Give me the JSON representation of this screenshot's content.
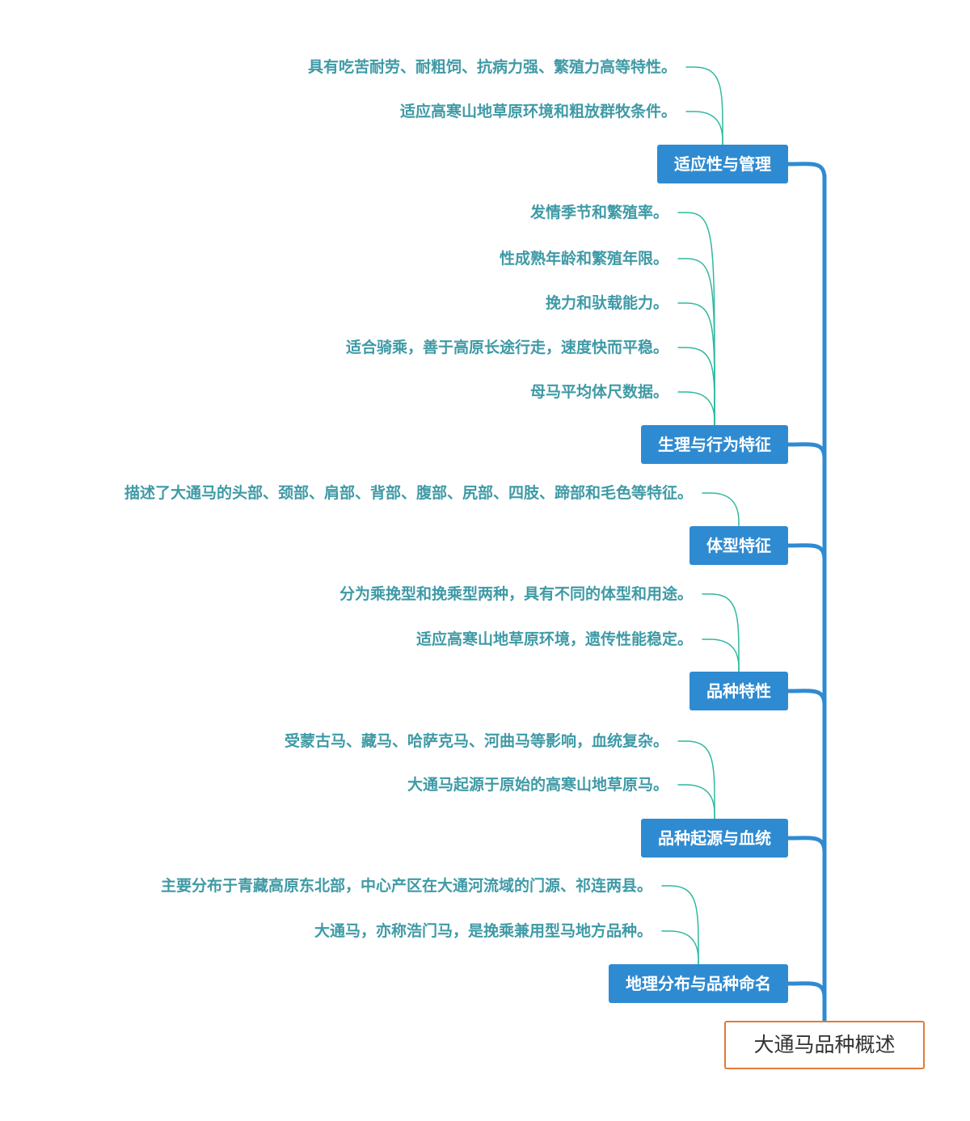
{
  "root": {
    "label": "大通马品种概述"
  },
  "colors": {
    "trunk": "#2f8bd1",
    "branch_bg": "#2f8bd1",
    "leaf_text": "#3f9aa6",
    "leaf_line": "#2fb9a0",
    "root_border": "#e07b39"
  },
  "branches": [
    {
      "label": "适应性与管理",
      "leaves": [
        "具有吃苦耐劳、耐粗饲、抗病力强、繁殖力高等特性。",
        "适应高寒山地草原环境和粗放群牧条件。"
      ]
    },
    {
      "label": "生理与行为特征",
      "leaves": [
        "发情季节和繁殖率。",
        "性成熟年龄和繁殖年限。",
        "挽力和驮载能力。",
        "适合骑乘，善于高原长途行走，速度快而平稳。",
        "母马平均体尺数据。"
      ]
    },
    {
      "label": "体型特征",
      "leaves": [
        "描述了大通马的头部、颈部、肩部、背部、腹部、尻部、四肢、蹄部和毛色等特征。"
      ]
    },
    {
      "label": "品种特性",
      "leaves": [
        "分为乘挽型和挽乘型两种，具有不同的体型和用途。",
        "适应高寒山地草原环境，遗传性能稳定。"
      ]
    },
    {
      "label": "品种起源与血统",
      "leaves": [
        "受蒙古马、藏马、哈萨克马、河曲马等影响，血统复杂。",
        "大通马起源于原始的高寒山地草原马。"
      ]
    },
    {
      "label": "地理分布与品种命名",
      "leaves": [
        "主要分布于青藏高原东北部，中心产区在大通河流域的门源、祁连两县。",
        "大通马，亦称浩门马，是挽乘兼用型马地方品种。"
      ]
    }
  ]
}
